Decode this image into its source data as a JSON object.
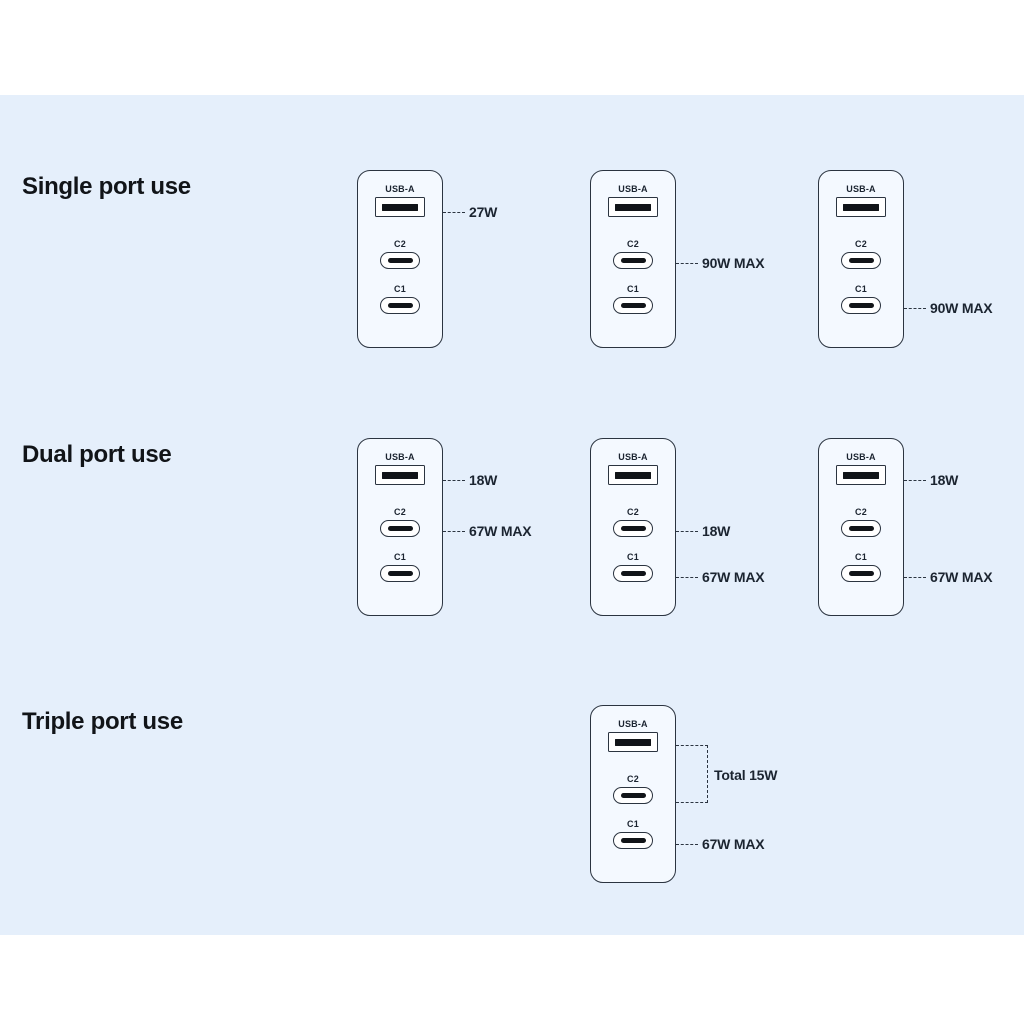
{
  "page": {
    "background": "#ffffff",
    "band_color": "#e5effb",
    "outline_color": "#2b3440",
    "text_color": "#1b2430"
  },
  "rows": [
    {
      "heading": "Single port use"
    },
    {
      "heading": "Dual port use"
    },
    {
      "heading": "Triple port use"
    }
  ],
  "port_labels": {
    "usba": "USB-A",
    "c2": "C2",
    "c1": "C1"
  },
  "devices": {
    "single_a": {
      "usba_power": "27W"
    },
    "single_c2": {
      "c2_power": "90W MAX"
    },
    "single_c1": {
      "c1_power": "90W MAX"
    },
    "dual_a_c2": {
      "usba_power": "18W",
      "c2_power": "67W MAX"
    },
    "dual_c2_c1": {
      "c2_power": "18W",
      "c1_power": "67W MAX"
    },
    "dual_a_c1": {
      "usba_power": "18W",
      "c1_power": "67W MAX"
    },
    "triple": {
      "total_power": "Total 15W",
      "c1_power": "67W MAX"
    }
  }
}
